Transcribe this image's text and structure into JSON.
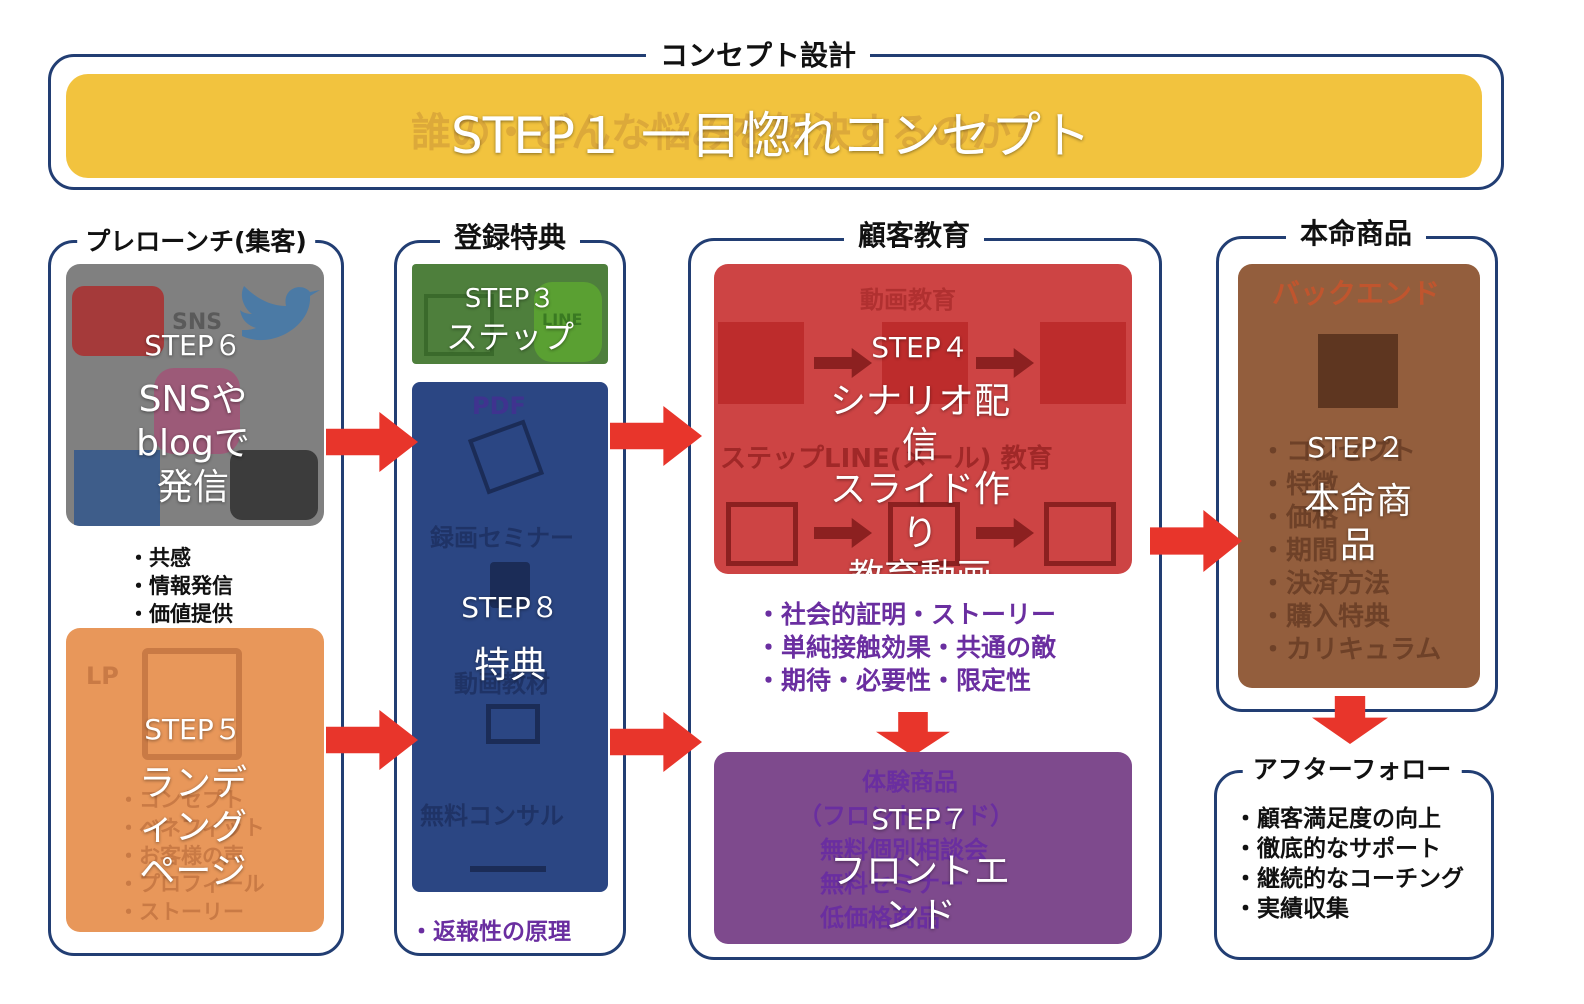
{
  "concept": {
    "section_title": "コンセプト設計",
    "banner_ghost": "誰の・どんな悩みを解決するのか？",
    "banner_title": "STEP１ 一目惚れコンセプト"
  },
  "prelaunch": {
    "section_title": "プレローンチ(集客)",
    "sns_box": {
      "ghost_label": "SNS",
      "step": "STEP６",
      "title": "SNSや\nblogで発信"
    },
    "bullets": [
      "・共感",
      "・情報発信",
      "・価値提供"
    ],
    "lp_box": {
      "ghost_label": "LP",
      "ghost_list": [
        "・コンセプト",
        "・ベネフィット",
        "・お客様の声",
        "・プロフィール",
        "・ストーリー"
      ],
      "step": "STEP５",
      "title": "ランディング\nページ"
    }
  },
  "bonus": {
    "section_title": "登録特典",
    "step3_box": {
      "ghost_label": "LINE",
      "step": "STEP３",
      "title": "ステップ"
    },
    "step8_box": {
      "ghost_labels": [
        "PDF",
        "録画セミナー",
        "動画教材",
        "無料コンサル"
      ],
      "step": "STEP８",
      "title": "特典"
    },
    "note": "・返報性の原理"
  },
  "education": {
    "section_title": "顧客教育",
    "step4_box": {
      "ghost_title": "動画教育",
      "ghost_mid": "ステップLINE(メール) 教育",
      "step": "STEP４",
      "title": "シナリオ配信\nスライド作り\n教育動画"
    },
    "bullets": [
      "・社会的証明・ストーリー",
      "・単純接触効果・共通の敵",
      "・期待・必要性・限定性"
    ],
    "step7_box": {
      "ghost_lines": [
        "体験商品",
        "（フロントエンド）",
        "無料個別相談会",
        "無料セミナー",
        "低価格商品"
      ],
      "step": "STEP７",
      "title": "フロントエンド"
    }
  },
  "main_product": {
    "section_title": "本命商品",
    "ghost_title": "バックエンド",
    "ghost_list": [
      "・コンセプト",
      "・特徴",
      "・価格",
      "・期間",
      "・決済方法",
      "・購入特典",
      "・カリキュラム"
    ],
    "step": "STEP２",
    "title": "本命商品"
  },
  "after_follow": {
    "section_title": "アフターフォロー",
    "bullets": [
      "・顧客満足度の向上",
      "・徹底的なサポート",
      "・継続的なコーチング",
      "・実績収集"
    ]
  },
  "colors": {
    "frame": "#223e73",
    "arrow": "#e8352b",
    "banner": "#f2c33e",
    "sns": "#808080",
    "lp": "#e8975a",
    "step3": "#4e7f3c",
    "step8": "#2b4683",
    "step4": "#cd4444",
    "step7": "#7e4a8d",
    "backend": "#935e3d",
    "bullet_purple": "#6a2ea0"
  }
}
